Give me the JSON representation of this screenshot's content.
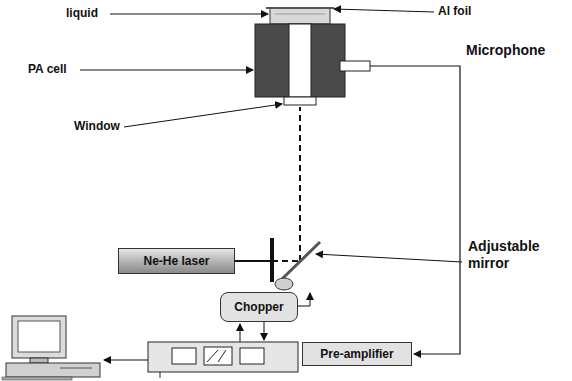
{
  "diagram": {
    "nodes": [
      {
        "text": [
          "Ne-He laser"
        ]
      },
      {
        "text": [
          "Chopper"
        ]
      },
      {
        "text": [
          "Pre-amplifier"
        ]
      }
    ],
    "labels": [
      "liquid",
      "Al foil",
      "PA cell",
      "Microphone",
      "Window",
      "Adjustable mirror"
    ]
  }
}
